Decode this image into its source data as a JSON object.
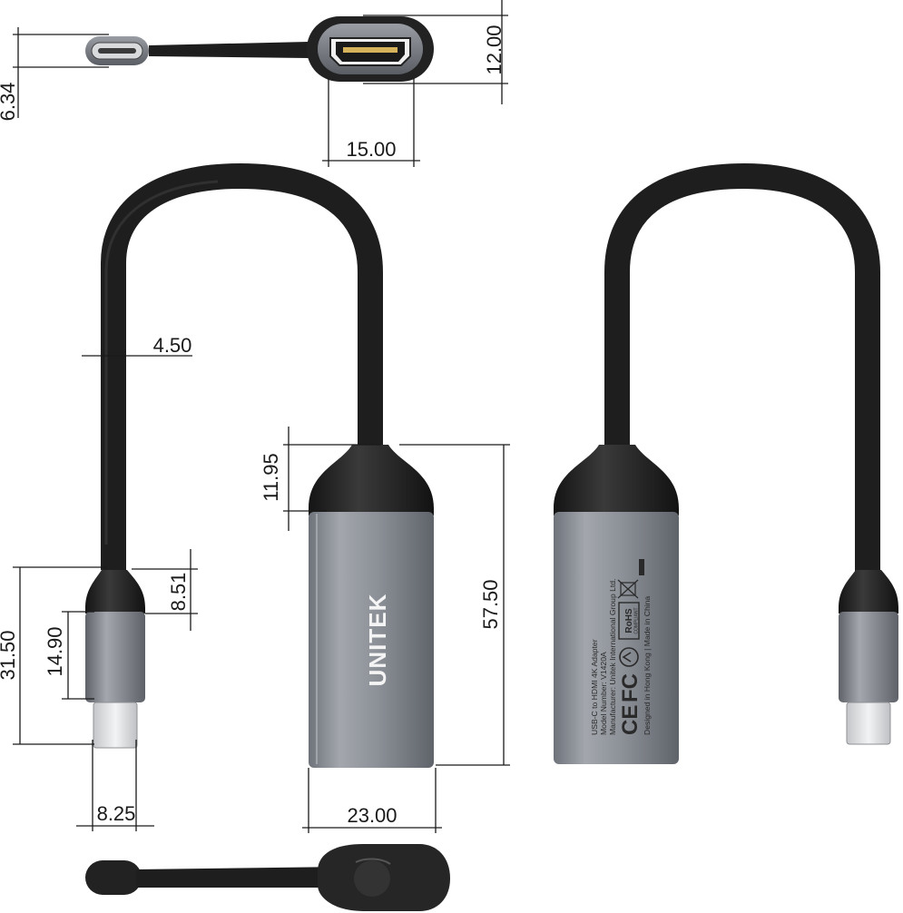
{
  "brand": "UNITEK",
  "dimensions": {
    "d_12_00": "12.00",
    "d_6_34": "6.34",
    "d_15_00": "15.00",
    "d_4_50": "4.50",
    "d_11_95": "11.95",
    "d_57_50": "57.50",
    "d_8_51": "8.51",
    "d_31_50": "31.50",
    "d_14_90": "14.90",
    "d_8_25": "8.25",
    "d_23_00": "23.00"
  },
  "back_label": {
    "line1": "USB-C to HDMI 4K Adapter",
    "line2": "Model Number: V1420A",
    "line3": "Manufacturer: Unitek International Group Ltd.",
    "line4": "Designed in Hong Kong | Made in China",
    "rohs": "RoHS",
    "compliant": "COMPLIANT",
    "ce": "CE",
    "fc": "FC"
  },
  "colors": {
    "cable": "#1e1e1e",
    "aluminum": "#8f939b",
    "aluminum_dark": "#6d7178",
    "steel": "#d8d9db"
  }
}
